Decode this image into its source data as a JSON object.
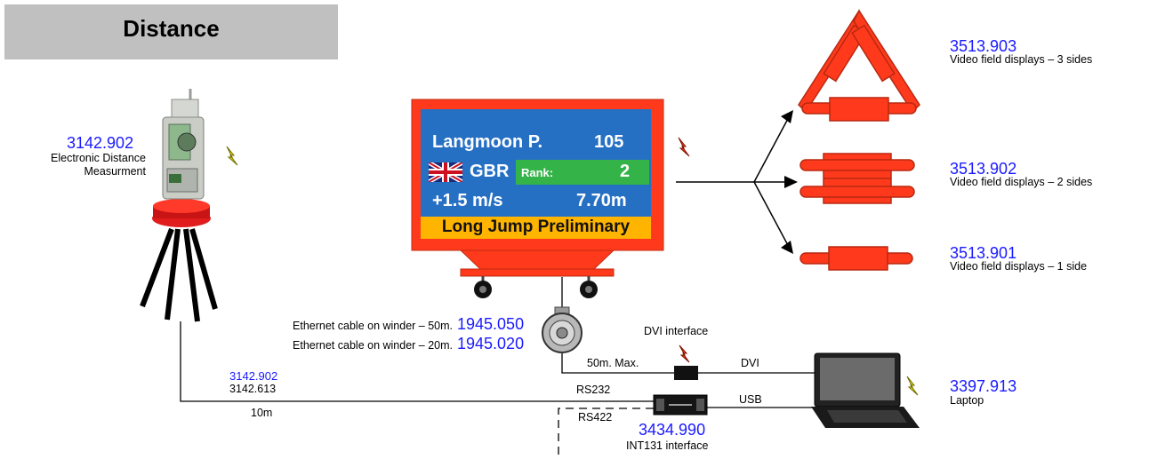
{
  "header": {
    "title": "Distance"
  },
  "edm": {
    "code": "3142.902",
    "label_line1": "Electronic Distance",
    "label_line2": "Measurment"
  },
  "scoreboard": {
    "athlete": "Langmoon P.",
    "bib": "105",
    "country": "GBR",
    "rank_label": "Rank:",
    "rank_value": "2",
    "wind": "+1.5 m/s",
    "result": "7.70m",
    "event": "Long Jump Preliminary"
  },
  "displays": [
    {
      "code": "3513.903",
      "label": "Video field displays – 3 sides"
    },
    {
      "code": "3513.902",
      "label": "Video field displays – 2 sides"
    },
    {
      "code": "3513.901",
      "label": "Video field displays – 1 side"
    }
  ],
  "winders": [
    {
      "label": "Ethernet cable on winder – 50m.",
      "code": "1945.050"
    },
    {
      "label": "Ethernet cable on winder – 20m.",
      "code": "1945.020"
    }
  ],
  "cable": {
    "code_top": "3142.902",
    "code_bottom": "3142.613",
    "length": "10m"
  },
  "dvi_interface": {
    "label": "DVI interface",
    "max_length": "50m. Max.",
    "link_label": "DVI"
  },
  "int131": {
    "code": "3434.990",
    "label": "INT131 interface",
    "rs232": "RS232",
    "rs422": "RS422",
    "usb": "USB"
  },
  "laptop": {
    "code": "3397.913",
    "label": "Laptop"
  },
  "colors": {
    "display_red": "#ff3a1c",
    "screen_blue": "#2670c4",
    "code_blue": "#1a1aff",
    "rank_green": "#34b448",
    "event_orange": "#ffb400",
    "title_gray": "#c0c0c0"
  }
}
